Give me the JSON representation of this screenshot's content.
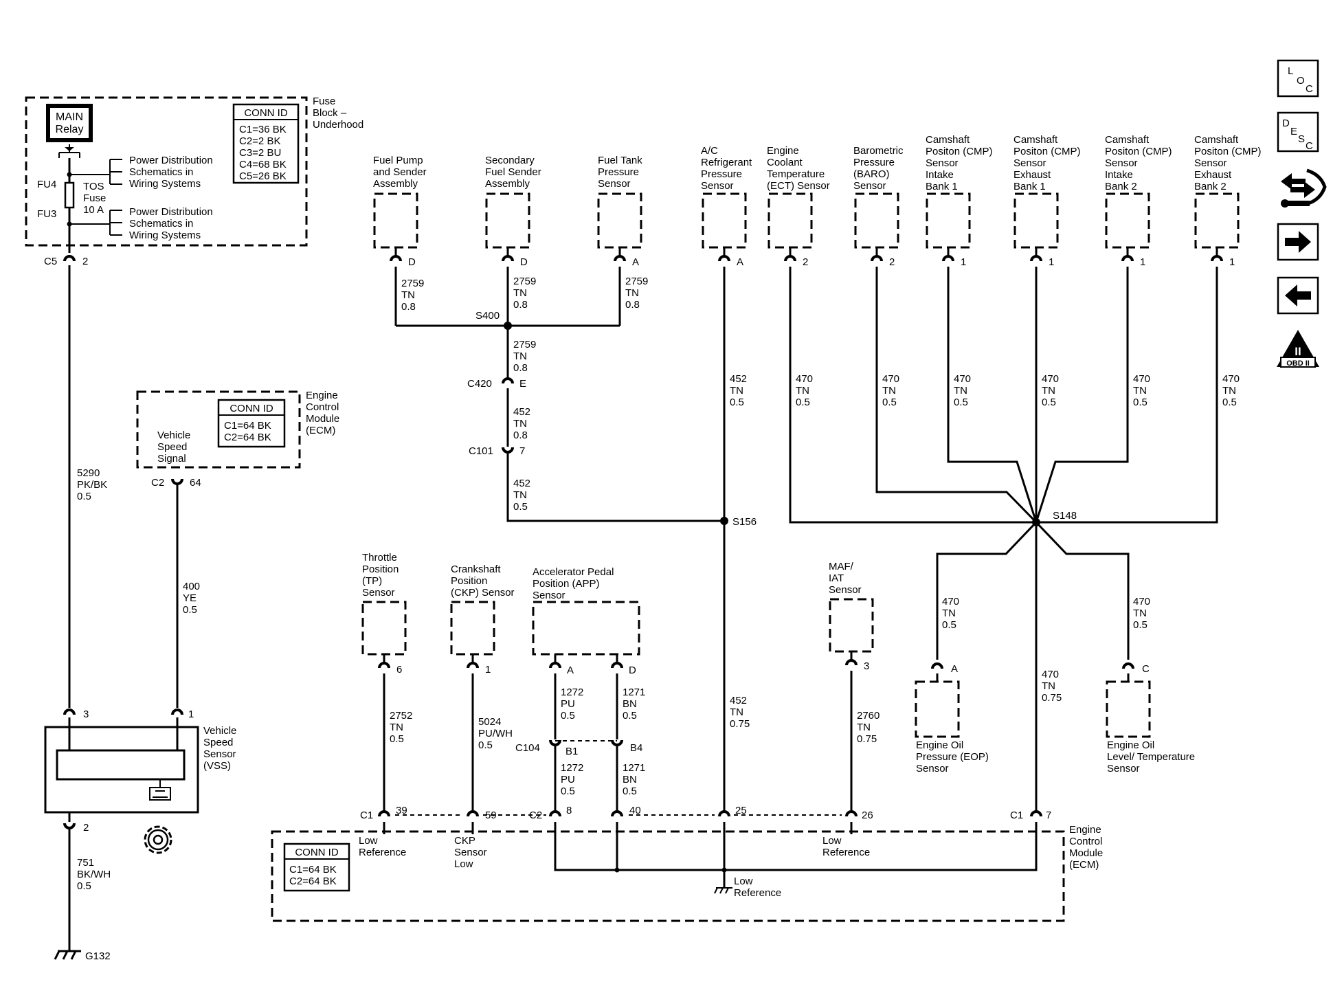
{
  "fuse_block": {
    "title": [
      "Fuse",
      "Block –",
      "Underhood"
    ],
    "relay": [
      "MAIN",
      "Relay"
    ],
    "conn_id": {
      "header": "CONN ID",
      "rows": [
        "C1=36 BK",
        "C2=2 BK",
        "C3=2 BU",
        "C4=68 BK",
        "C5=26 BK"
      ]
    },
    "fu4": "FU4",
    "fu3": "FU3",
    "fuse": [
      "TOS",
      "Fuse",
      "10 A"
    ],
    "pd1": [
      "Power Distribution",
      "Schematics in",
      "Wiring Systems"
    ],
    "pd2": [
      "Power Distribution",
      "Schematics in",
      "Wiring Systems"
    ],
    "conn_c5": "C5",
    "pin_c5": "2"
  },
  "ecm_upper": {
    "title": [
      "Engine",
      "Control",
      "Module",
      "(ECM)"
    ],
    "conn_id": {
      "header": "CONN ID",
      "rows": [
        "C1=64 BK",
        "C2=64 BK"
      ]
    },
    "signal": [
      "Vehicle",
      "Speed",
      "Signal"
    ],
    "conn": "C2",
    "pin": "64"
  },
  "vss": {
    "title": [
      "Vehicle",
      "Speed",
      "Sensor",
      "(VSS)"
    ],
    "pin_top_left": "3",
    "pin_top_right": "1",
    "pin_bottom": "2"
  },
  "wires": {
    "w5290": [
      "5290",
      "PK/BK",
      "0.5"
    ],
    "w400": [
      "400",
      "YE",
      "0.5"
    ],
    "w751": [
      "751",
      "BK/WH",
      "0.5"
    ],
    "ground": "G132",
    "fp": [
      "2759",
      "TN",
      "0.8"
    ],
    "sfs": [
      "2759",
      "TN",
      "0.8"
    ],
    "ftp": [
      "2759",
      "TN",
      "0.8"
    ],
    "s400_down": [
      "2759",
      "TN",
      "0.8"
    ],
    "c420_c101": [
      "452",
      "TN",
      "0.8"
    ],
    "c101_s156": [
      "452",
      "TN",
      "0.5"
    ],
    "ac": [
      "452",
      "TN",
      "0.5"
    ],
    "s156_ecm": [
      "452",
      "TN",
      "0.75"
    ],
    "ect": [
      "470",
      "TN",
      "0.5"
    ],
    "baro": [
      "470",
      "TN",
      "0.5"
    ],
    "cmp1": [
      "470",
      "TN",
      "0.5"
    ],
    "cmp2": [
      "470",
      "TN",
      "0.5"
    ],
    "cmp3": [
      "470",
      "TN",
      "0.5"
    ],
    "cmp4": [
      "470",
      "TN",
      "0.5"
    ],
    "eop": [
      "470",
      "TN",
      "0.5"
    ],
    "eolt": [
      "470",
      "TN",
      "0.5"
    ],
    "s148_ecm": [
      "470",
      "TN",
      "0.75"
    ],
    "tp": [
      "2752",
      "TN",
      "0.5"
    ],
    "ckp": [
      "5024",
      "PU/WH",
      "0.5"
    ],
    "app_a": [
      "1272",
      "PU",
      "0.5"
    ],
    "app_d": [
      "1271",
      "BN",
      "0.5"
    ],
    "c104_b1": [
      "1272",
      "PU",
      "0.5"
    ],
    "c104_b4": [
      "1271",
      "BN",
      "0.5"
    ],
    "maf": [
      "2760",
      "TN",
      "0.75"
    ]
  },
  "splices": {
    "s400": "S400",
    "s156": "S156",
    "s148": "S148"
  },
  "connectors": {
    "c420": "C420",
    "c420_pin": "E",
    "c101": "C101",
    "c101_pin": "7",
    "c104": "C104",
    "c104_b1": "B1",
    "c104_b4": "B4"
  },
  "sensors": {
    "fuel_pump": {
      "label": [
        "Fuel Pump",
        "and Sender",
        "Assembly"
      ],
      "pin": "D"
    },
    "secondary_fuel": {
      "label": [
        "Secondary",
        "Fuel Sender",
        "Assembly"
      ],
      "pin": "D"
    },
    "fuel_tank": {
      "label": [
        "Fuel Tank",
        "Pressure",
        "Sensor"
      ],
      "pin": "A"
    },
    "ac_pressure": {
      "label": [
        "A/C",
        "Refrigerant",
        "Pressure",
        "Sensor"
      ],
      "pin": "A"
    },
    "ect": {
      "label": [
        "Engine",
        "Coolant",
        "Temperature",
        "(ECT) Sensor"
      ],
      "pin": "2"
    },
    "baro": {
      "label": [
        "Barometric",
        "Pressure",
        "(BARO)",
        "Sensor"
      ],
      "pin": "2"
    },
    "cmp_ib1": {
      "label": [
        "Camshaft",
        "Positon (CMP)",
        "Sensor",
        "Intake",
        "Bank 1"
      ],
      "pin": "1"
    },
    "cmp_eb1": {
      "label": [
        "Camshaft",
        "Positon (CMP)",
        "Sensor",
        "Exhaust",
        "Bank 1"
      ],
      "pin": "1"
    },
    "cmp_ib2": {
      "label": [
        "Camshaft",
        "Positon (CMP)",
        "Sensor",
        "Intake",
        "Bank 2"
      ],
      "pin": "1"
    },
    "cmp_eb2": {
      "label": [
        "Camshaft",
        "Positon (CMP)",
        "Sensor",
        "Exhaust",
        "Bank 2"
      ],
      "pin": "1"
    },
    "tp": {
      "label": [
        "Throttle",
        "Position",
        "(TP)",
        "Sensor"
      ],
      "pin": "6"
    },
    "ckp": {
      "label": [
        "Crankshaft",
        "Position",
        "(CKP) Sensor"
      ],
      "pin": "1"
    },
    "app": {
      "label": [
        "Accelerator Pedal",
        "Position (APP)",
        "Sensor"
      ],
      "pin_a": "A",
      "pin_d": "D"
    },
    "maf": {
      "label": [
        "MAF/",
        "IAT",
        "Sensor"
      ],
      "pin": "3"
    },
    "eop": {
      "label": [
        "Engine Oil",
        "Pressure (EOP)",
        "Sensor"
      ],
      "pin": "A"
    },
    "eolt": {
      "label": [
        "Engine Oil",
        "Level/ Temperature",
        "Sensor"
      ],
      "pin": "C"
    }
  },
  "ecm_lower": {
    "title": [
      "Engine",
      "Control",
      "Module",
      "(ECM)"
    ],
    "conn_id": {
      "header": "CONN ID",
      "rows": [
        "C1=64 BK",
        "C2=64 BK"
      ]
    },
    "c1_left": "C1",
    "pin39": "39",
    "pin59": "59",
    "c2": "C2",
    "pin8": "8",
    "pin40": "40",
    "pin25": "25",
    "pin26": "26",
    "c1_right": "C1",
    "pin7": "7",
    "low_ref1": [
      "Low",
      "Reference"
    ],
    "ckp_low": [
      "CKP",
      "Sensor",
      "Low"
    ],
    "low_ref2": [
      "Low",
      "Reference"
    ],
    "low_ref3": [
      "Low",
      "Reference"
    ]
  },
  "nav": {
    "loc": [
      "L",
      "O",
      "C"
    ],
    "desc": [
      "D",
      "E",
      "S",
      "C"
    ],
    "obd": "OBD II",
    "obd_roman": "II"
  }
}
